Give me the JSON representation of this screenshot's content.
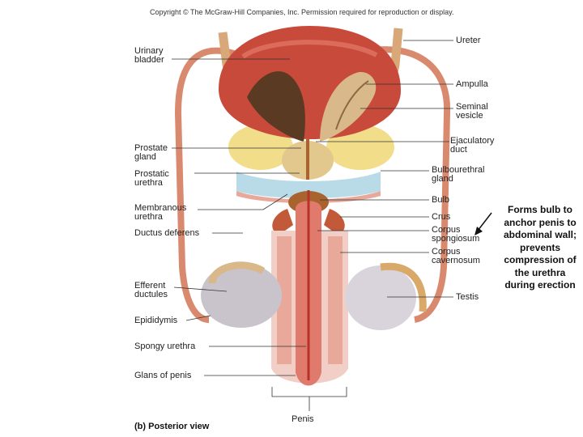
{
  "copyright": "Copyright © The McGraw-Hill Companies, Inc. Permission required for reproduction or display.",
  "caption": "(b) Posterior view",
  "note": "Forms bulb to anchor penis to abdominal wall; prevents compression of the urethra during erection",
  "labels_left": {
    "urinary_bladder": [
      "Urinary",
      "bladder"
    ],
    "prostate_gland": [
      "Prostate",
      "gland"
    ],
    "prostatic_urethra": [
      "Prostatic",
      "urethra"
    ],
    "membranous_urethra": [
      "Membranous",
      "urethra"
    ],
    "ductus_deferens": "Ductus deferens",
    "efferent_ductules": [
      "Efferent",
      "ductules"
    ],
    "epididymis": "Epididymis",
    "spongy_urethra": "Spongy urethra",
    "glans_of_penis": "Glans of penis"
  },
  "labels_right": {
    "ureter": "Ureter",
    "ampulla": "Ampulla",
    "seminal_vesicle": [
      "Seminal",
      "vesicle"
    ],
    "ejaculatory_duct": [
      "Ejaculatory",
      "duct"
    ],
    "bulbourethral_gland": [
      "Bulbourethral",
      "gland"
    ],
    "bulb": "Bulb",
    "crus": "Crus",
    "corpus_spongiosum": [
      "Corpus",
      "spongiosum"
    ],
    "corpus_cavernosum": [
      "Corpus",
      "cavernosum"
    ],
    "testis": "Testis"
  },
  "penis": "Penis",
  "colors": {
    "bladder": "#c84a3a",
    "muscle_dark": "#a83226",
    "tube": "#d98a6e",
    "ureter": "#d8a878",
    "fat": "#f2dd8a",
    "gland_tan": "#d9b98a",
    "vesicle_dark": "#5a3a22",
    "tissue": "#e9a99a",
    "testis": "#d9d4dc",
    "line": "#333333"
  }
}
